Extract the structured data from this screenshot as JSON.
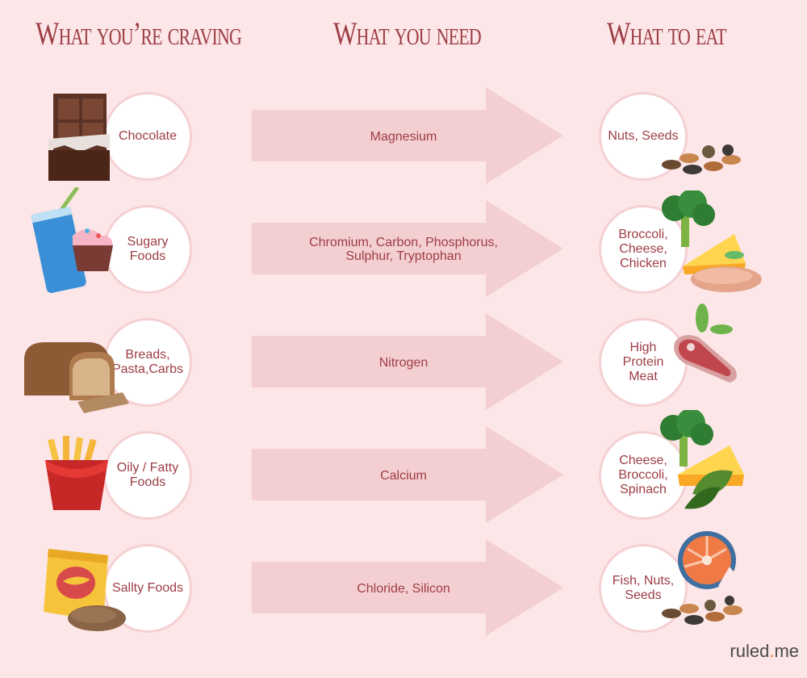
{
  "headers": {
    "craving": "What you’re craving",
    "need": "What you need",
    "eat": "What to eat"
  },
  "rows": [
    {
      "craving": "Chocolate",
      "need": "Magnesium",
      "eat": "Nuts, Seeds"
    },
    {
      "craving": "Sugary\nFoods",
      "need": "Chromium, Carbon, Phosphorus,\nSulphur, Tryptophan",
      "eat": "Broccoli,\nCheese,\nChicken"
    },
    {
      "craving": "Breads,\nPasta,Carbs",
      "need": "Nitrogen",
      "eat": "High\nProtein\nMeat"
    },
    {
      "craving": "Oily / Fatty\nFoods",
      "need": "Calcium",
      "eat": "Cheese,\nBroccoli,\nSpinach"
    },
    {
      "craving": "Sallty Foods",
      "need": "Chloride, Silicon",
      "eat": "Fish, Nuts,\nSeeds"
    }
  ],
  "logo": {
    "main": "ruled",
    "dot": ".",
    "suffix": "me"
  },
  "colors": {
    "background": "#fce6e7",
    "text": "#9d3d44",
    "arrow": "#f4cfd1"
  }
}
